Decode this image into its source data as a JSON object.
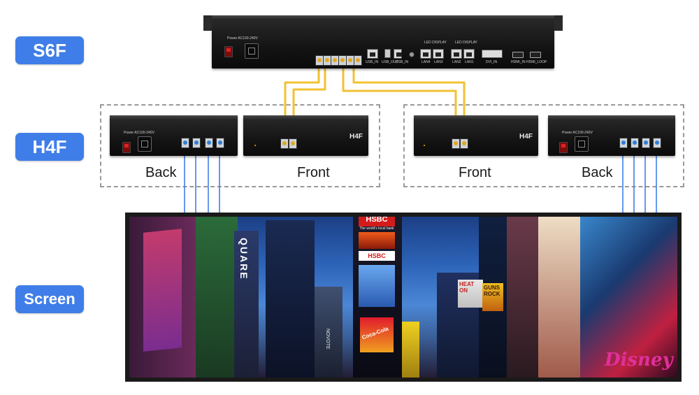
{
  "labels": {
    "s6f": "S6F",
    "h4f": "H4F",
    "screen": "Screen"
  },
  "left_group": {
    "back_label": "Back",
    "front_label": "Front",
    "front_brand": "H4F",
    "power_text": "Power AC100-240V"
  },
  "right_group": {
    "front_label": "Front",
    "back_label": "Back",
    "front_brand": "H4F",
    "power_text": "Power AC100-240V"
  },
  "s6f_device": {
    "power_text": "Power AC100-240V",
    "port_labels": [
      "USB_IN",
      "USB_OUT",
      "USB_IN",
      "LED DISPLAY",
      "LED DISPLAY",
      "LAN4",
      "LAN3",
      "LAN2",
      "LAN1",
      "DVI_IN",
      "HDMI_IN",
      "HDMI_LOOP"
    ]
  },
  "billboards": {
    "hsbc_top": "HSBC",
    "hsbc_sub": "The world's local bank",
    "hsbc_box": "HSBC",
    "quare": "QUARE",
    "heat_on": "HEAT ON",
    "guns_rock": "GUNS ROCK",
    "disney": "Disney",
    "coca": "Coca-Cola",
    "novote": "NOVOTE"
  },
  "colors": {
    "pill_blue": "#3f7ee8",
    "fiber_yellow": "#f2c232",
    "fiber_blue": "#3f7ee8",
    "dashed_border": "#9a9a9a"
  }
}
